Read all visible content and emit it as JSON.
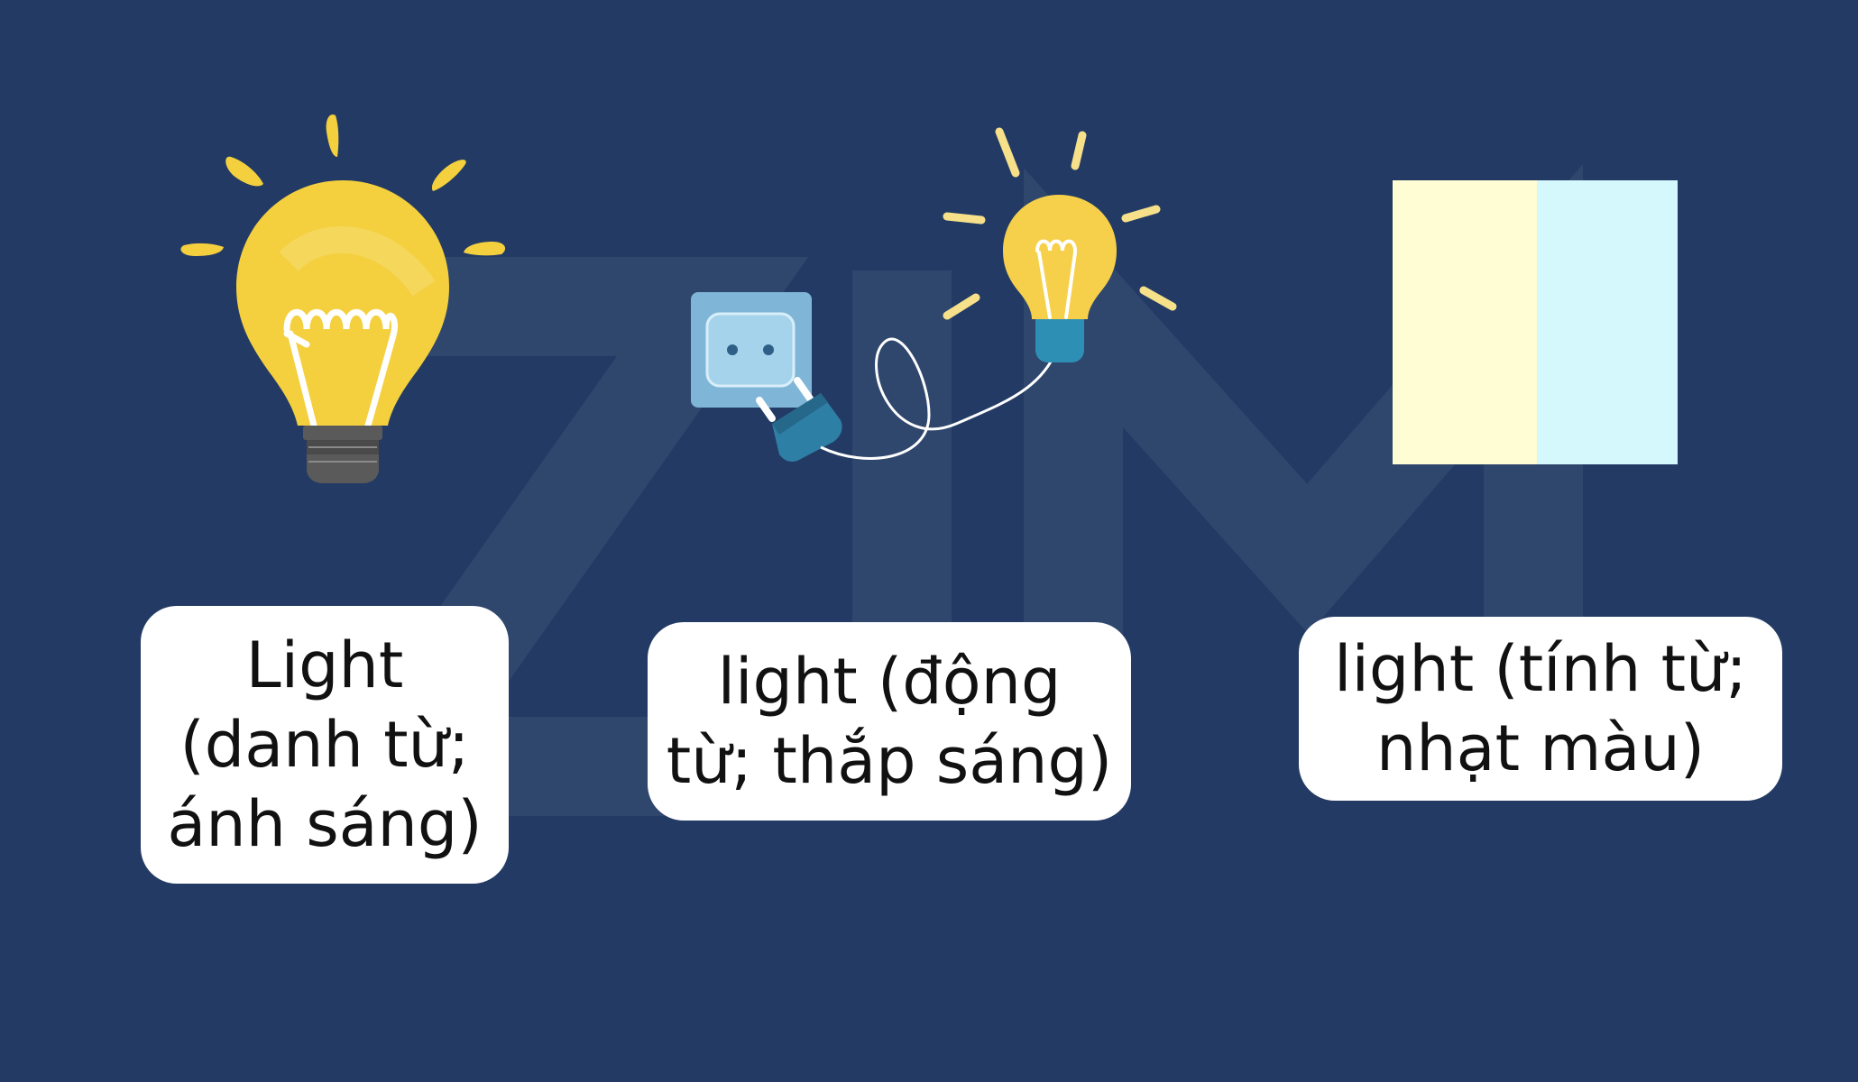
{
  "cards": [
    {
      "text": "Light\n(danh từ;\nánh sáng)"
    },
    {
      "text": "light  (động\ntừ; thắp sáng)"
    },
    {
      "text": "light  (tính từ;\nnhạt màu)"
    }
  ],
  "colors": {
    "background": "#233b64",
    "bulb_yellow": "#f4d03f",
    "bulb_base": "#5a5a5a",
    "socket_blue": "#7fb6d8",
    "plug_blue": "#2e7fa6",
    "swatch_yellow": "#fffdd3",
    "swatch_cyan": "#d5f8fc",
    "card": "#ffffff"
  },
  "icons": [
    "light-bulb-icon",
    "socket-plug-icon",
    "small-bulb-icon",
    "color-swatch"
  ]
}
